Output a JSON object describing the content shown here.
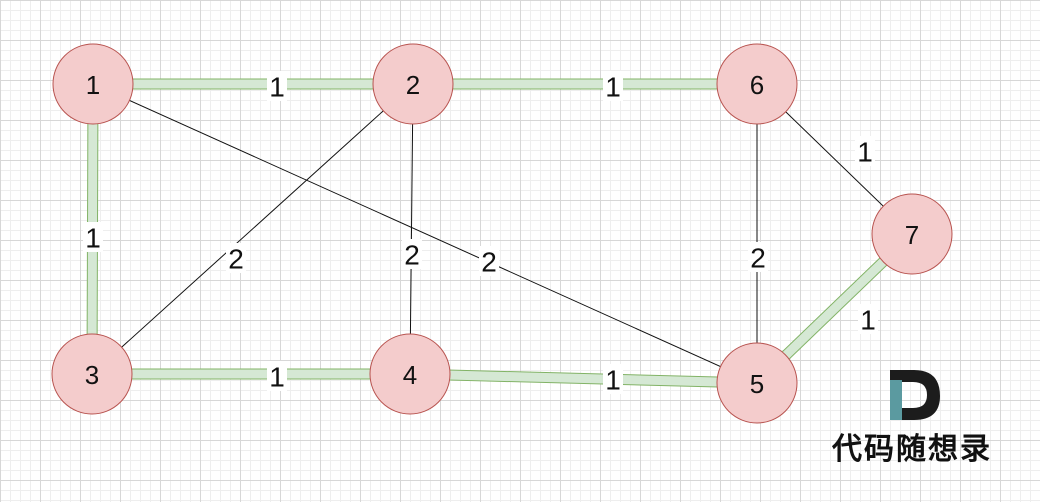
{
  "colors": {
    "node_fill": "#f4cccc",
    "node_stroke": "#b85450",
    "highlight_edge": "#d5e8d4",
    "highlight_edge_stroke": "#82b366",
    "plain_edge": "#111111",
    "logo_dark": "#1c1c1c",
    "logo_teal": "#5b9aa0"
  },
  "nodes": [
    {
      "id": "1",
      "label": "1"
    },
    {
      "id": "2",
      "label": "2"
    },
    {
      "id": "3",
      "label": "3"
    },
    {
      "id": "4",
      "label": "4"
    },
    {
      "id": "5",
      "label": "5"
    },
    {
      "id": "6",
      "label": "6"
    },
    {
      "id": "7",
      "label": "7"
    }
  ],
  "edges": [
    {
      "from": "1",
      "to": "2",
      "weight": "1",
      "highlighted": true
    },
    {
      "from": "2",
      "to": "6",
      "weight": "1",
      "highlighted": true
    },
    {
      "from": "1",
      "to": "3",
      "weight": "1",
      "highlighted": true
    },
    {
      "from": "3",
      "to": "4",
      "weight": "1",
      "highlighted": true
    },
    {
      "from": "4",
      "to": "5",
      "weight": "1",
      "highlighted": true
    },
    {
      "from": "5",
      "to": "7",
      "weight": "1",
      "highlighted": true
    },
    {
      "from": "6",
      "to": "7",
      "weight": "1",
      "highlighted": false
    },
    {
      "from": "2",
      "to": "3",
      "weight": "2",
      "highlighted": false
    },
    {
      "from": "2",
      "to": "4",
      "weight": "2",
      "highlighted": false
    },
    {
      "from": "1",
      "to": "5",
      "weight": "2",
      "highlighted": false
    },
    {
      "from": "6",
      "to": "5",
      "weight": "2",
      "highlighted": false
    }
  ],
  "watermark": {
    "text": "代码随想录",
    "logo_icon": "d-letter-logo-icon"
  }
}
